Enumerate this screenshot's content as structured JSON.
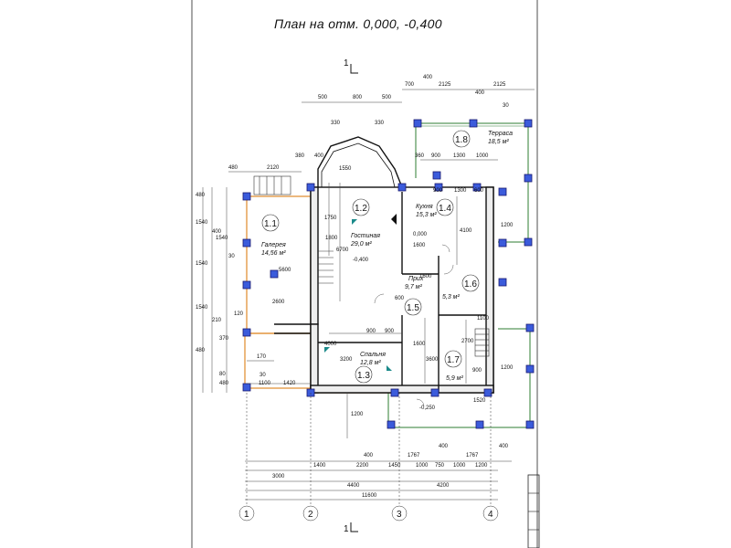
{
  "plan": {
    "title": "План на отм. 0,000, -0,400",
    "cut_mark": "1"
  },
  "rooms": [
    {
      "id": "1.1",
      "name": "Галерея",
      "area": "14,56 м²"
    },
    {
      "id": "1.2",
      "name": "Гостиная",
      "area": "29,0 м²",
      "level": "-0,400"
    },
    {
      "id": "1.3",
      "name": "Спальня",
      "area": "12,8 м²"
    },
    {
      "id": "1.4",
      "name": "Кухня",
      "area": "15,3 м²",
      "level": "0,000"
    },
    {
      "id": "1.5",
      "name": "Прих",
      "area": "9,7 м²"
    },
    {
      "id": "1.6",
      "name": "",
      "area": "5,3 м²"
    },
    {
      "id": "1.7",
      "name": "",
      "area": "5,9 м²"
    },
    {
      "id": "1.8",
      "name": "Терраса",
      "area": "18,5 м²"
    }
  ],
  "level_marks": [
    "-0,250"
  ],
  "axes": [
    "1",
    "2",
    "3",
    "4"
  ],
  "dims": {
    "top1": [
      "500",
      "800",
      "500"
    ],
    "top2": [
      "700",
      "400",
      "2125",
      "400",
      "2125"
    ],
    "top3": [
      "330",
      "330",
      "30",
      "80"
    ],
    "top4": [
      "480",
      "2120",
      "380",
      "400",
      "1550",
      "360",
      "900",
      "1300",
      "1000"
    ],
    "inner": [
      "900",
      "1300",
      "600",
      "1750",
      "1800",
      "1600",
      "4100",
      "2600",
      "5600",
      "6700",
      "1600",
      "600",
      "900",
      "900",
      "4000",
      "3200",
      "1600",
      "3600",
      "2700",
      "900",
      "1200",
      "1200",
      "170",
      "30",
      "1100",
      "1420",
      "1200",
      "1520",
      "1100"
    ],
    "left": [
      "480",
      "1540",
      "1540",
      "1540",
      "1540",
      "480",
      "80",
      "480",
      "400",
      "30",
      "210",
      "370",
      "120"
    ],
    "bottom1": [
      "400",
      "1767",
      "400",
      "1767",
      "400"
    ],
    "bottom2": [
      "1400",
      "2200",
      "1450",
      "1000",
      "750",
      "1000",
      "1200"
    ],
    "bottom3": [
      "3000",
      "4400",
      "4200"
    ],
    "total": "11600"
  }
}
